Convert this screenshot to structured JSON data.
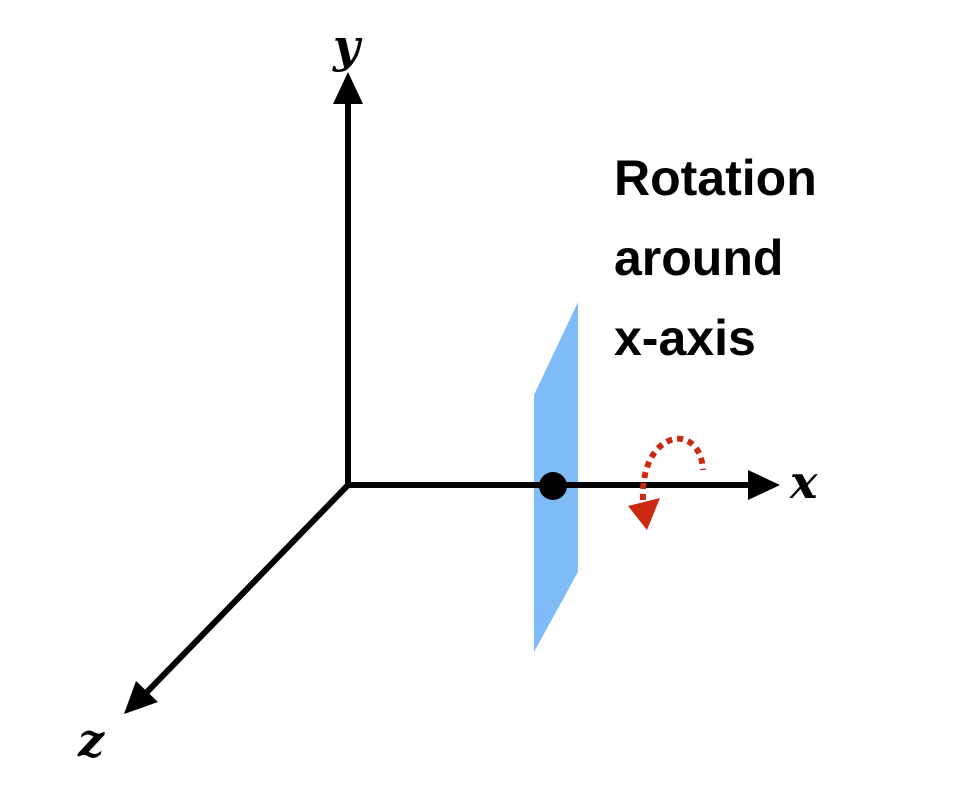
{
  "axes": {
    "x_label": "x",
    "y_label": "y",
    "z_label": "z"
  },
  "caption": {
    "lines": [
      "Rotation",
      "around",
      "x-axis"
    ]
  },
  "colors": {
    "axis": "#000000",
    "plane": "#7fbcf7",
    "rotation_arrow": "#cc2a10",
    "point": "#000000"
  }
}
